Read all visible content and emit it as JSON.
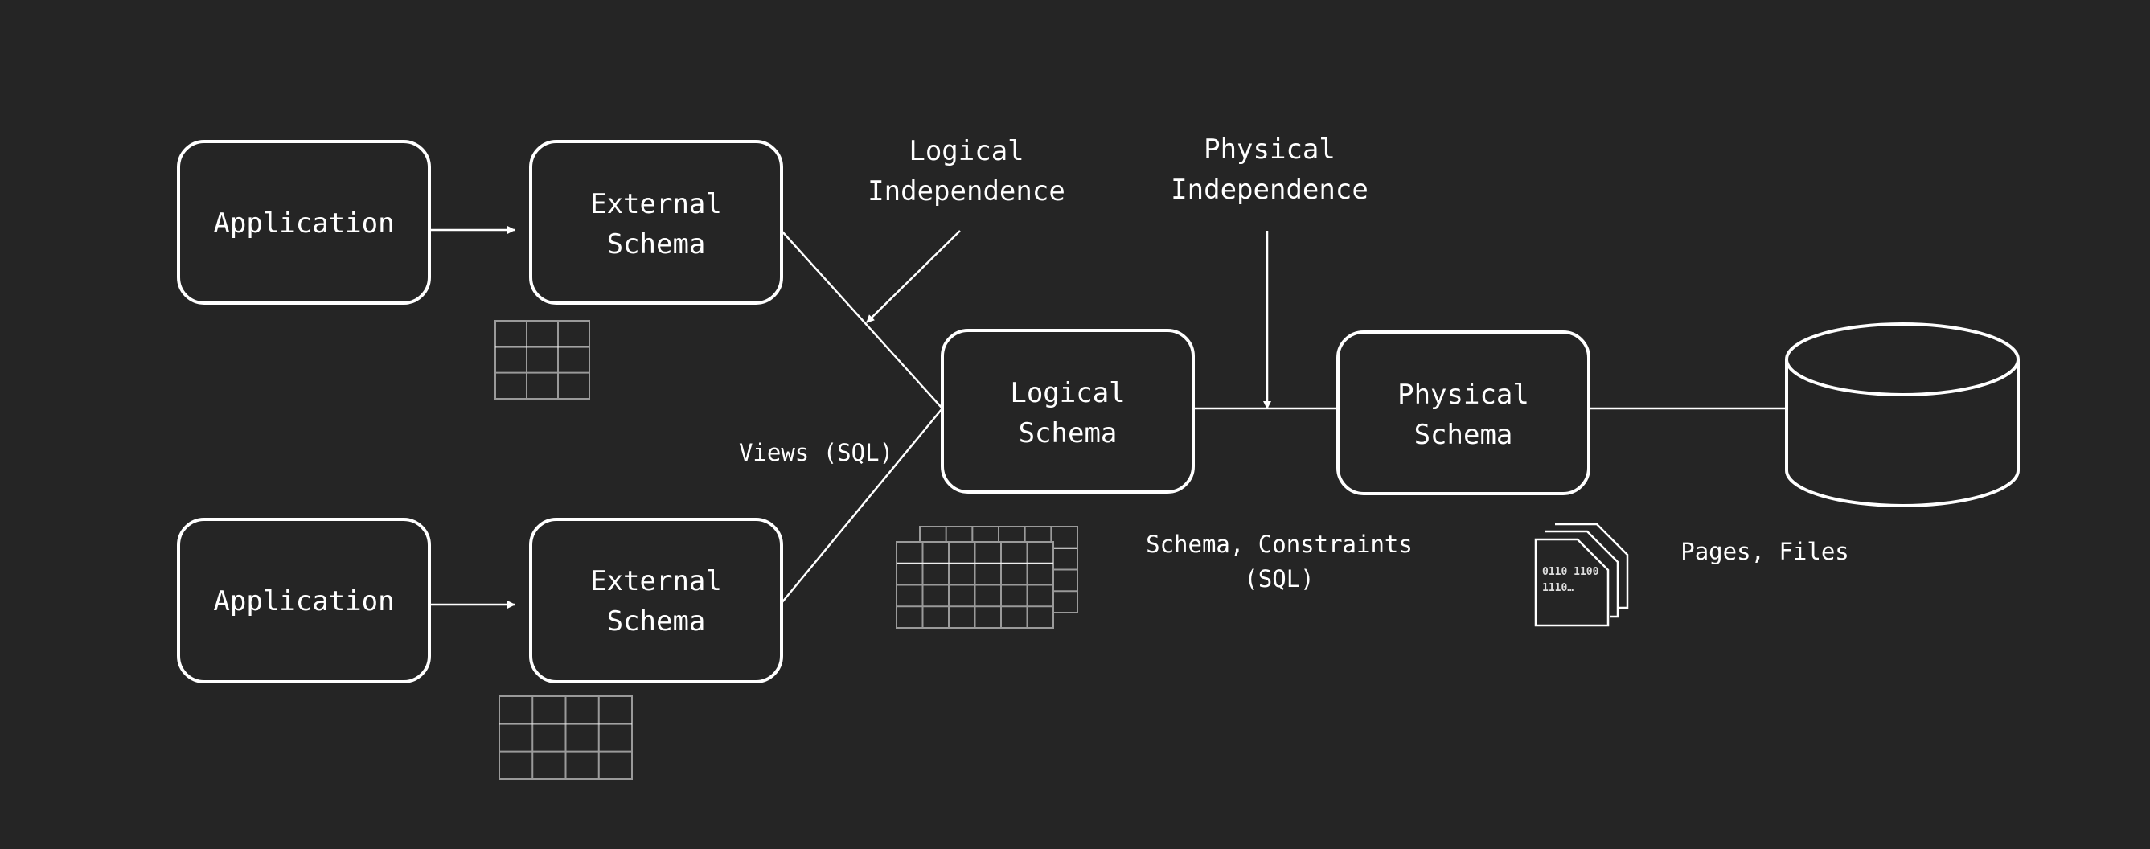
{
  "nodes": {
    "application_top": "Application",
    "application_bottom": "Application",
    "external_top": [
      "External",
      "Schema"
    ],
    "external_bottom": [
      "External",
      "Schema"
    ],
    "logical": [
      "Logical",
      "Schema"
    ],
    "physical": [
      "Physical",
      "Schema"
    ]
  },
  "annotations": {
    "logical_independence": [
      "Logical",
      "Independence"
    ],
    "physical_independence": [
      "Physical",
      "Independence"
    ],
    "views": "Views (SQL)",
    "schema_constraints": [
      "Schema, Constraints",
      "(SQL)"
    ],
    "pages_files": "Pages, Files",
    "binary": [
      "0110 1100",
      "1110…"
    ]
  },
  "colors": {
    "background": "#252525",
    "stroke": "#ffffff",
    "grid": "#9a9a9a"
  }
}
